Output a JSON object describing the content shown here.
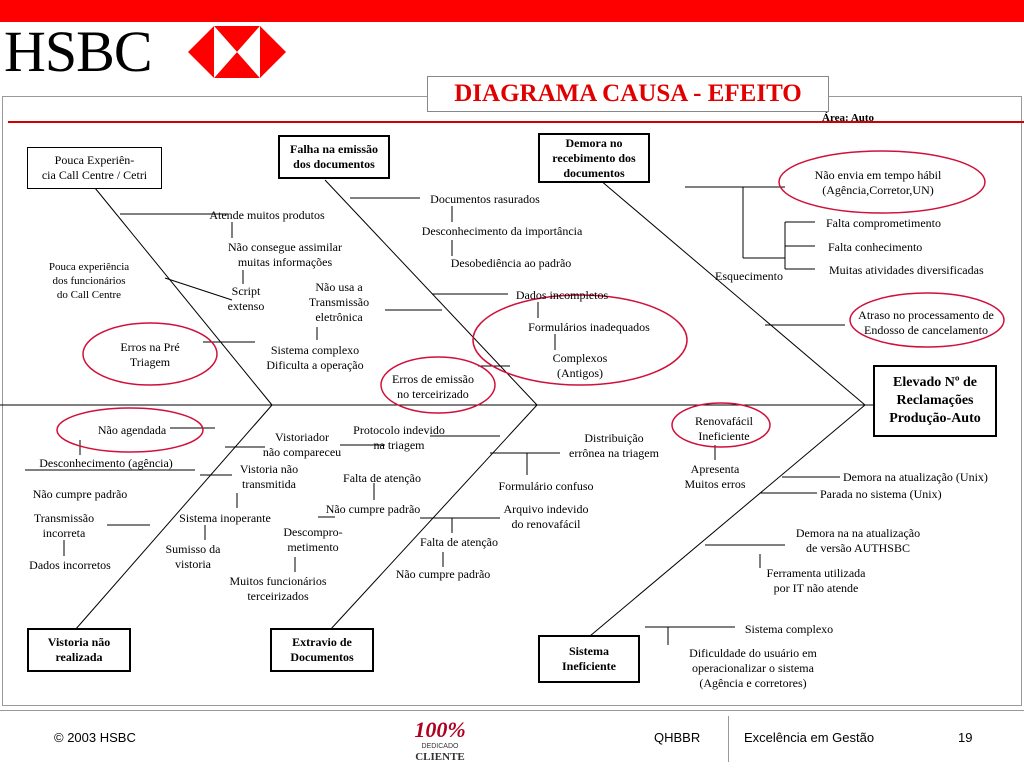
{
  "header": {
    "brand": "HSBC",
    "title": "DIAGRAMA CAUSA - EFEITO",
    "area": "Área: Auto"
  },
  "effect": [
    "Elevado Nº de",
    "Reclamações",
    "Produção-Auto"
  ],
  "categories": {
    "pouca_experiencia": [
      "Pouca Experiên-",
      "cia Call Centre / Cetri"
    ],
    "falha_emissao": [
      "Falha na emissão",
      "dos documentos"
    ],
    "demora_recebimento": [
      "Demora no",
      "recebimento dos",
      "documentos"
    ],
    "vistoria": [
      "Vistoria não",
      "realizada"
    ],
    "extravio": [
      "Extravio de",
      "Documentos"
    ],
    "sistema": [
      "Sistema",
      "Ineficiente"
    ]
  },
  "causes": {
    "atende_muitos": "Atende muitos produtos",
    "nao_consegue": [
      "Não consegue assimilar",
      "muitas informações"
    ],
    "script": [
      "Script",
      "extenso"
    ],
    "pouca_funcionarios": [
      "Pouca experiência",
      "dos funcionários",
      "do Call Centre"
    ],
    "erros_pre": [
      "Erros na Pré",
      "Triagem"
    ],
    "nao_usa": [
      "Não usa a",
      "Transmissão",
      "eletrônica"
    ],
    "sistema_complexo_op": [
      "Sistema complexo",
      "Dificulta a operação"
    ],
    "docs_rasurados": "Documentos rasurados",
    "desconhecimento_imp": "Desconhecimento da importância",
    "desobediencia": "Desobediência ao padrão",
    "dados_incompletos": "Dados incompletos",
    "formularios_inadequados": "Formulários inadequados",
    "complexos": [
      "Complexos",
      "(Antigos)"
    ],
    "erros_emissao": [
      "Erros de emissão",
      "no terceirizado"
    ],
    "nao_envia": [
      "Não envia em tempo hábil",
      "(Agência,Corretor,UN)"
    ],
    "falta_compromet": "Falta comprometimento",
    "falta_conhec": "Falta conhecimento",
    "muitas_atividades": "Muitas atividades diversificadas",
    "esquecimento": "Esquecimento",
    "atraso": [
      "Atraso no processamento de",
      "Endosso de cancelamento"
    ],
    "nao_agendada": "Não agendada",
    "desconhecimento_ag": "Desconhecimento (agência)",
    "nao_cumpre_1": "Não cumpre padrão",
    "transmissao_incorreta": [
      "Transmissão",
      "incorreta"
    ],
    "dados_incorretos": "Dados incorretos",
    "vistoriador": [
      "Vistoriador",
      "não compareceu"
    ],
    "vistoria_nao_transm": [
      "Vistoria não",
      "transmitida"
    ],
    "sistema_inoperante": "Sistema inoperante",
    "sumisso": [
      "Sumisso da",
      "vistoria"
    ],
    "protocolo": [
      "Protocolo indevido",
      "na triagem"
    ],
    "falta_atencao_1": "Falta de atenção",
    "nao_cumpre_2": "Não cumpre padrão",
    "descompro": [
      "Descompro-",
      "metimento"
    ],
    "muitos_func": [
      "Muitos funcionários",
      "terceirizados"
    ],
    "distribuicao": [
      "Distribuição",
      "errônea na triagem"
    ],
    "formulario_confuso": "Formulário confuso",
    "arquivo_indevido": [
      "Arquivo indevido",
      "do renovafácil"
    ],
    "falta_atencao_2": "Falta de atenção",
    "nao_cumpre_3": "Não cumpre padrão",
    "renovafacil": [
      "Renovafácil",
      "Ineficiente"
    ],
    "apresenta": [
      "Apresenta",
      "Muitos erros"
    ],
    "demora_unix": "Demora na atualização (Unix)",
    "parada_unix": "Parada no sistema (Unix)",
    "demora_authsbc": [
      "Demora na na atualização",
      "de versão AUTHSBC"
    ],
    "ferramenta": [
      "Ferramenta utilizada",
      "por IT não atende"
    ],
    "sistema_complexo": "Sistema complexo",
    "dificuldade": [
      "Dificuldade do usuário em",
      "operacionalizar o sistema",
      "(Agência e corretores)"
    ]
  },
  "footer": {
    "copyright": "© 2003 HSBC",
    "badge_top": "100%",
    "badge_mid": "DEDICADO",
    "badge_bottom": "CLIENTE",
    "code": "QHBBR",
    "section": "Excelência em Gestão",
    "page": "19"
  },
  "colors": {
    "accent": "#ff0000",
    "circle": "#d0103a"
  }
}
